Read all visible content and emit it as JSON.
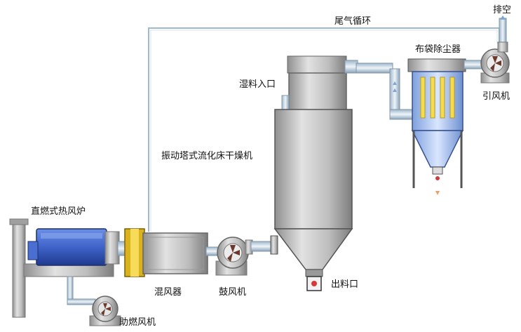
{
  "labels": {
    "exhaust_recycle": "尾气循环",
    "vent": "排空",
    "bag_filter": "布袋除尘器",
    "induced_fan": "引风机",
    "wet_inlet": "湿料入口",
    "dryer": "振动塔式流化床干燥机",
    "hot_air_furnace": "直燃式热风炉",
    "mixer": "混风器",
    "blower": "鼓风机",
    "outlet": "出料口",
    "combustion_fan": "助燃风机"
  },
  "colors": {
    "pipe": "#a9c3d8",
    "steel": "#b8b8b8",
    "furnace_blue": "#3f63c9",
    "mixer_yellow": "#d9b21c",
    "bag_yellow": "#f3dc52",
    "fan_blade": "#6b3a2c"
  }
}
